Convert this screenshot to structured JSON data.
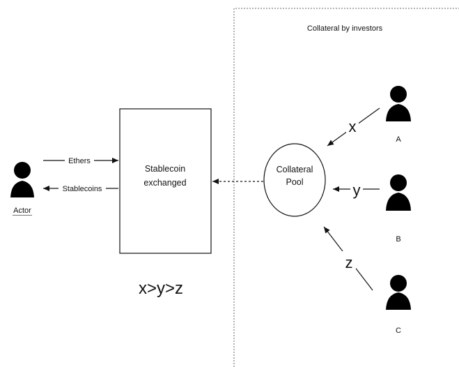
{
  "region": {
    "title": "Collateral by investors"
  },
  "actor": {
    "label": "Actor"
  },
  "exchange": {
    "line1": "Stablecoin",
    "line2": "exchanged"
  },
  "pool": {
    "line1": "Collateral",
    "line2": "Pool"
  },
  "flows": {
    "to_exchange": "Ethers",
    "to_actor": "Stablecoins"
  },
  "investors": [
    {
      "name": "A",
      "amount": "x"
    },
    {
      "name": "B",
      "amount": "y"
    },
    {
      "name": "C",
      "amount": "z"
    }
  ],
  "formula": "x>y>z",
  "colors": {
    "stroke": "#111111",
    "fill": "#000000",
    "background": "#ffffff"
  }
}
